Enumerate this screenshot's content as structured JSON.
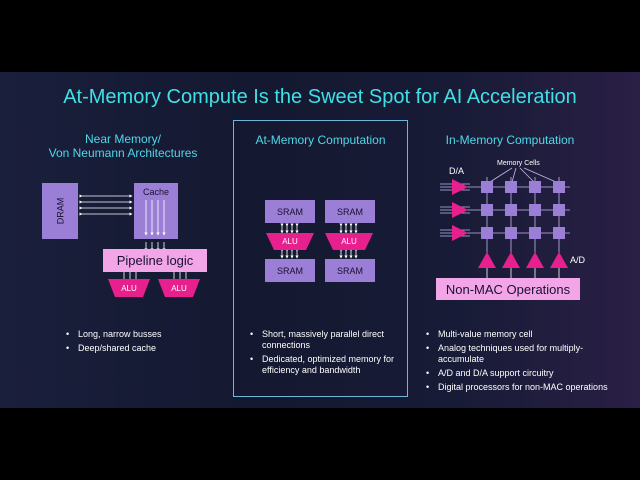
{
  "title": "At-Memory Compute Is the Sweet Spot for AI Acceleration",
  "columns": {
    "near": {
      "heading_line1": "Near Memory/",
      "heading_line2": "Von Neumann Architectures",
      "dram": "DRAM",
      "cache": "Cache",
      "pipeline": "Pipeline logic",
      "alu": "ALU",
      "bullets": [
        "Long, narrow busses",
        "Deep/shared cache"
      ]
    },
    "at": {
      "heading": "At-Memory Computation",
      "sram": "SRAM",
      "alu": "ALU",
      "bullets": [
        "Short, massively parallel direct connections",
        "Dedicated, optimized memory for efficiency and bandwidth"
      ]
    },
    "in": {
      "heading": "In-Memory Computation",
      "da": "D/A",
      "ad": "A/D",
      "memory_cells": "Memory Cells",
      "non_mac": "Non-MAC Operations",
      "bullets": [
        "Multi-value memory cell",
        "Analog techniques used for multiply-accumulate",
        "A/D and D/A support circuitry",
        "Digital processors for non-MAC operations"
      ]
    }
  },
  "colors": {
    "title": "#3fe0e6",
    "block": "#9b7fd6",
    "accent": "#e8208e",
    "pipeline": "#f2a6e8"
  }
}
